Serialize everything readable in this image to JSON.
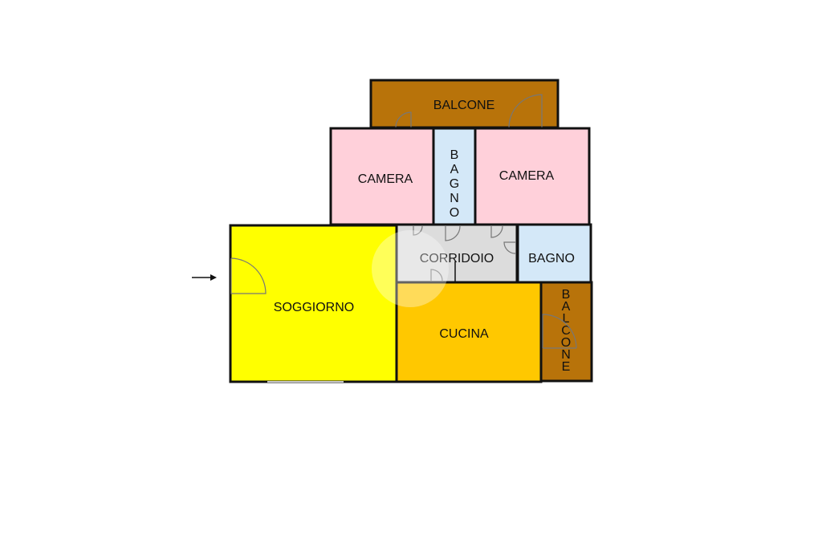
{
  "colors": {
    "balcone": "#b8730a",
    "camera": "#ffd0da",
    "bagno": "#d4e8f8",
    "corridoio": "#dcdcdc",
    "soggiorno": "#ffff00",
    "cucina": "#ffc800"
  },
  "rooms": {
    "balcone_top": "BALCONE",
    "camera_left": "CAMERA",
    "bagno_vertical": [
      "B",
      "A",
      "G",
      "N",
      "O"
    ],
    "camera_right": "CAMERA",
    "corridoio": "CORRIDOIO",
    "bagno_right": "BAGNO",
    "soggiorno": "SOGGIORNO",
    "cucina": "CUCINA",
    "balcone_right": [
      "B",
      "A",
      "L",
      "C",
      "O",
      "N",
      "E"
    ]
  },
  "icons": {
    "entrance": "entrance-arrow-icon"
  }
}
